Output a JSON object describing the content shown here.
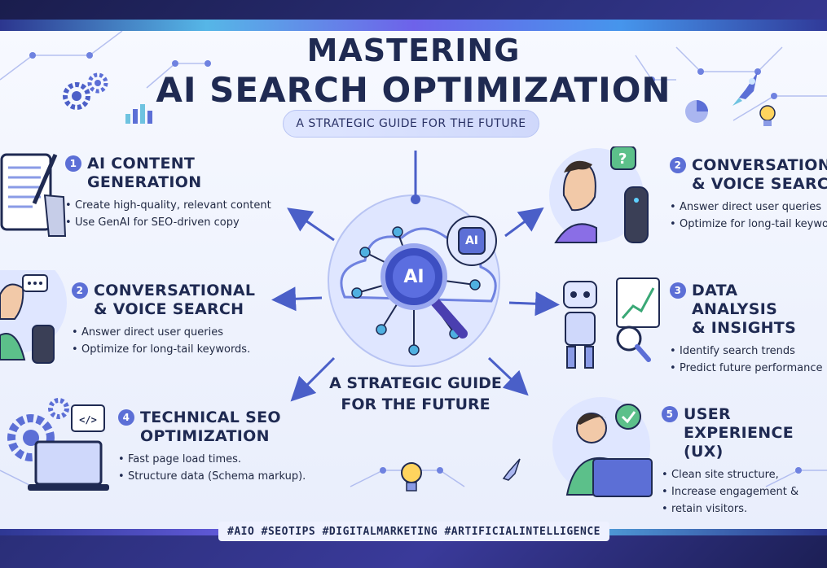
{
  "header": {
    "title_line1": "MASTERING",
    "title_line2": "AI SEARCH OPTIMIZATION",
    "subtitle": "A STRATEGIC GUIDE FOR THE FUTURE"
  },
  "center": {
    "hub_label": "AI",
    "brain_label": "AI",
    "caption_line1": "A STRATEGIC GUIDE",
    "caption_line2": "FOR THE FUTURE"
  },
  "sections": [
    {
      "number": "1",
      "title_line1": "AI CONTENT",
      "title_line2": "GENERATION",
      "bullets": [
        "Create high-quality, relevant content",
        "Use GenAI for SEO-driven copy"
      ]
    },
    {
      "number": "2",
      "title_line1": "CONVERSATIONAL",
      "title_line2": "& VOICE SEARCH",
      "bullets": [
        "Answer direct user queries",
        "Optimize for long-tail keywords."
      ]
    },
    {
      "number": "4",
      "title_line1": "TECHNICAL SEO",
      "title_line2": "OPTIMIZATION",
      "bullets": [
        "Fast page load times.",
        "Structure data (Schema markup)."
      ]
    },
    {
      "number": "2",
      "title_line1": "CONVERSATIONAL",
      "title_line2": "& VOICE SEARCH",
      "bullets": [
        "Answer direct user queries",
        "Optimize for long-tail keywords."
      ]
    },
    {
      "number": "3",
      "title_line1": "DATA ANALYSIS",
      "title_line2": "& INSIGHTS",
      "bullets": [
        "Identify search trends",
        "Predict future performance"
      ]
    },
    {
      "number": "5",
      "title_line1": "USER EXPERIENCE",
      "title_line2": "(UX)",
      "bullets": [
        "Clean site structure,",
        "Increase engagement &",
        "retain visitors."
      ]
    }
  ],
  "footer": {
    "hashtags": "#AIO  #SEOTIPS  #DIGITALMARKETING  #ARTIFICIALINTELLIGENCE"
  },
  "colors": {
    "title": "#1f2a52",
    "accent": "#5c6fd6",
    "frame_dark": "#1a1d4d",
    "highlight": "#5fd0ff"
  }
}
